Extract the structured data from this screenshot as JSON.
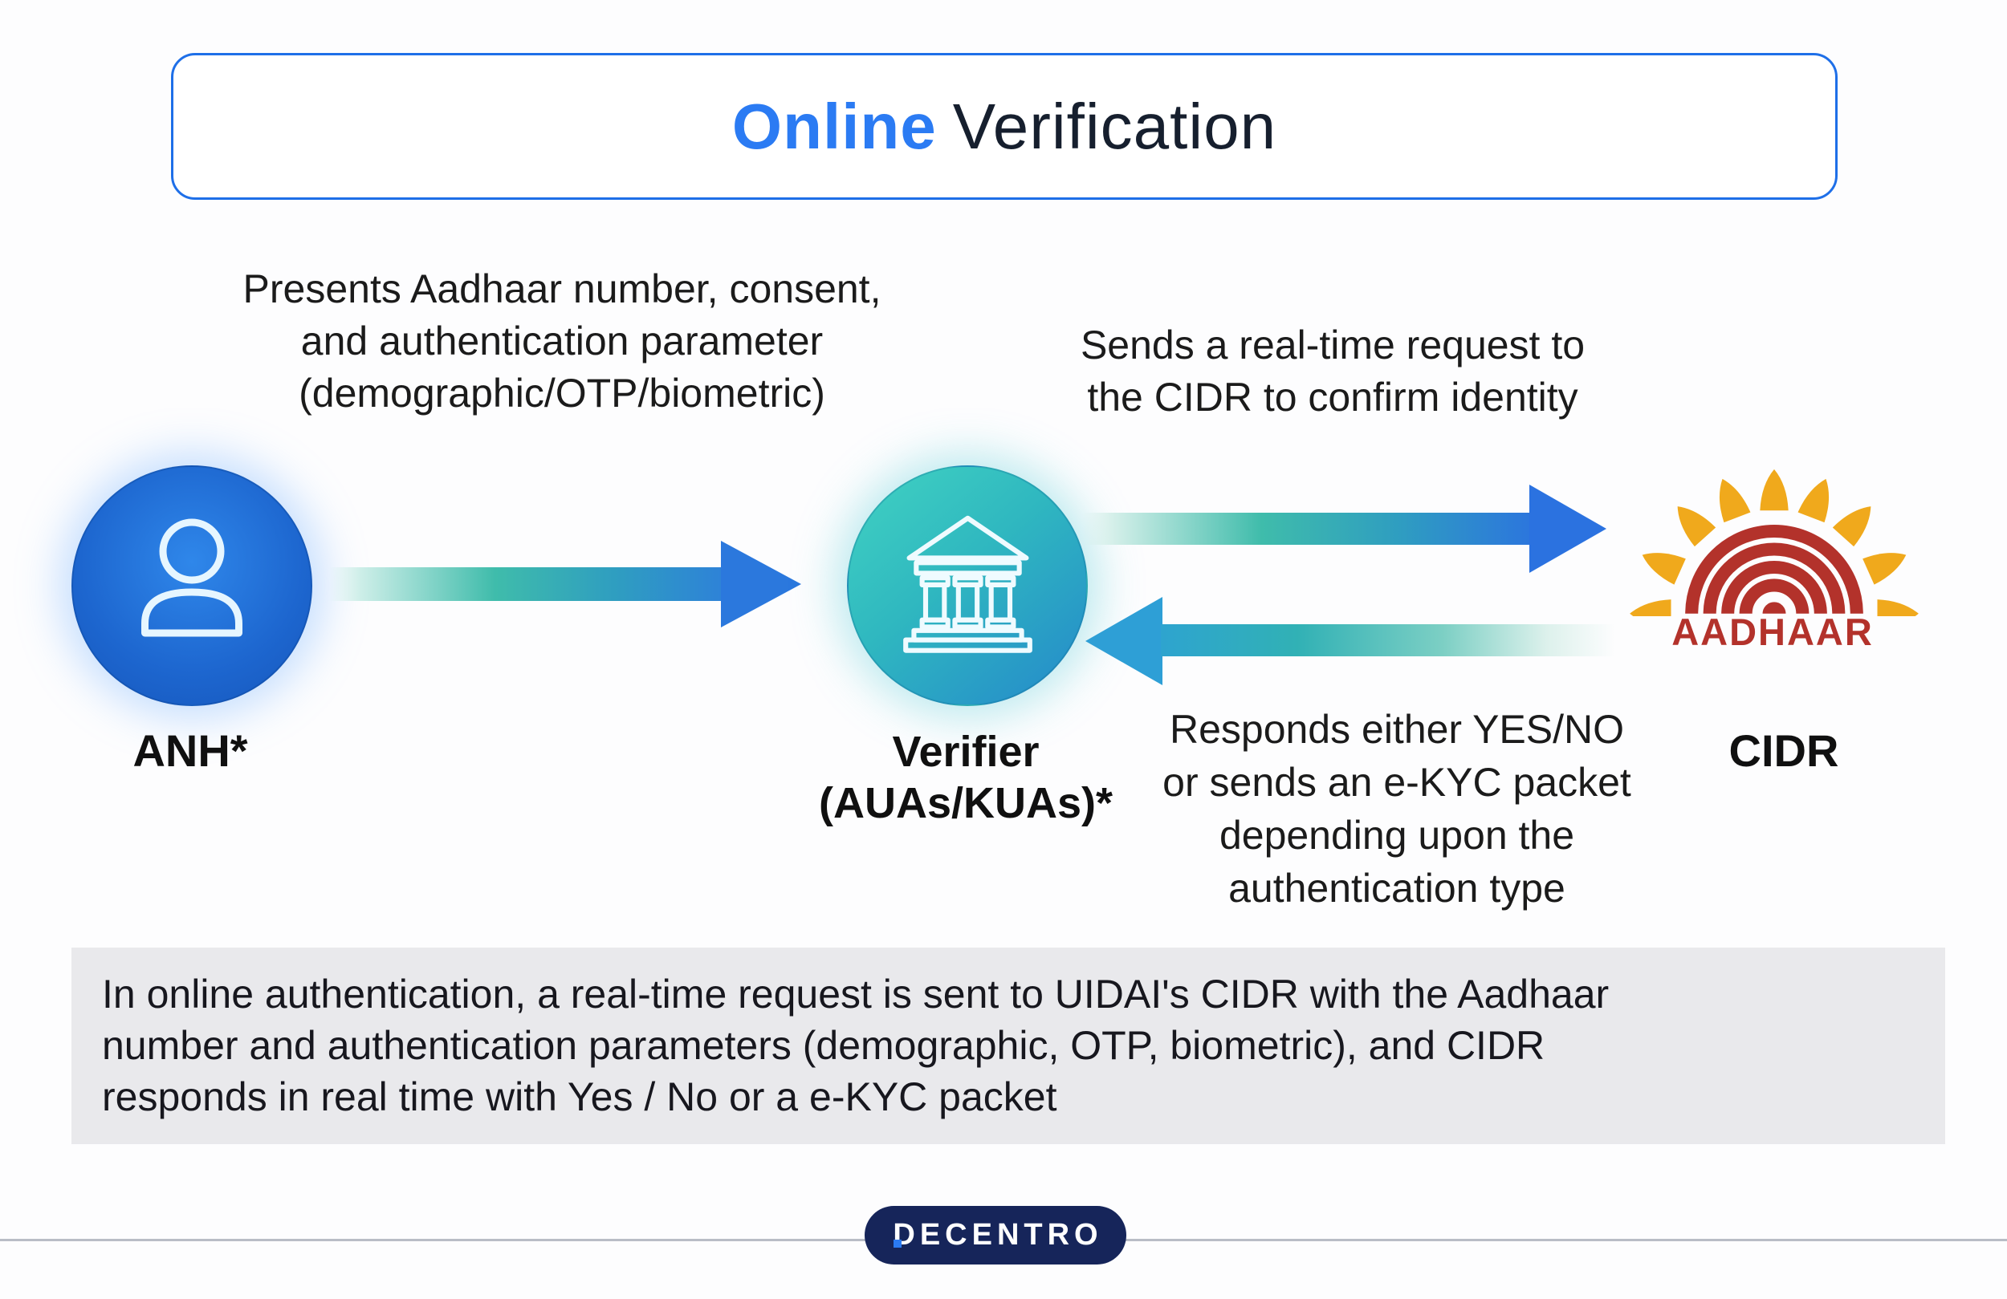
{
  "title": {
    "highlight": "Online",
    "rest": "Verification"
  },
  "diagram": {
    "presents_label": "Presents Aadhaar number, consent,\nand authentication parameter\n(demographic/OTP/biometric)",
    "sends_label": "Sends a real-time request to\nthe CIDR to confirm identity",
    "responds_label": "Responds either YES/NO\nor sends an e-KYC packet\ndepending upon the\nauthentication type",
    "anh_label": "ANH*",
    "verifier_label": "Verifier\n(AUAs/KUAs)*",
    "cidr_label": "CIDR",
    "aadhaar_wordmark": "AADHAAR"
  },
  "summary": {
    "text": "In online authentication, a real-time request is sent to UIDAI's CIDR with the Aadhaar\nnumber and authentication parameters (demographic, OTP, biometric), and CIDR\nresponds in real time with Yes / No or a e-KYC packet"
  },
  "footer": {
    "brand": "DECENTRO"
  },
  "colors": {
    "accent_blue": "#2b7bf3",
    "title_dark": "#161f2e",
    "person_circle_blue": "#1d66cf",
    "verifier_teal": "#2fb7c0",
    "arrow_teal": "#3fbcab",
    "arrow_blue": "#2b74dd",
    "return_arrow_blue": "#2e9fd6",
    "aadhaar_red": "#b3322b",
    "sun_orange": "#f0a91c",
    "pill_navy": "#16255a",
    "summary_bg": "#e9e9ec",
    "title_border": "#1e6fe8"
  }
}
